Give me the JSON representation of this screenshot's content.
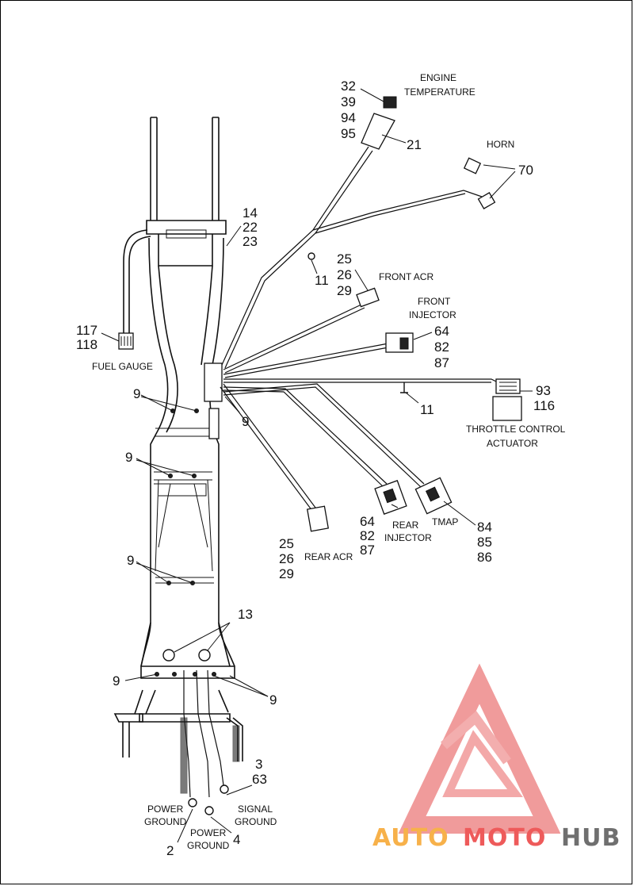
{
  "callouts": {
    "c32": "32",
    "c39": "39",
    "c94": "94",
    "c95": "95",
    "c21": "21",
    "c70": "70",
    "c14": "14",
    "c22": "22",
    "c23": "23",
    "c11a": "11",
    "c11b": "11",
    "c25a": "25",
    "c26a": "26",
    "c29a": "29",
    "c64a": "64",
    "c82a": "82",
    "c87a": "87",
    "c117": "117",
    "c118": "118",
    "c93": "93",
    "c116": "116",
    "c9a": "9",
    "c9b": "9",
    "c9c": "9",
    "c9d": "9",
    "c9e": "9",
    "c9f": "9",
    "c13": "13",
    "c64b": "64",
    "c82b": "82",
    "c87b": "87",
    "c84": "84",
    "c85": "85",
    "c86": "86",
    "c25b": "25",
    "c26b": "26",
    "c29b": "29",
    "c3": "3",
    "c63": "63",
    "c2": "2",
    "c4": "4"
  },
  "labels": {
    "engine_temp_1": "ENGINE",
    "engine_temp_2": "TEMPERATURE",
    "horn": "HORN",
    "front_acr": "FRONT ACR",
    "front_injector_1": "FRONT",
    "front_injector_2": "INJECTOR",
    "fuel_gauge": "FUEL GAUGE",
    "throttle_1": "THROTTLE CONTROL",
    "throttle_2": "ACTUATOR",
    "rear_injector_1": "REAR",
    "rear_injector_2": "INJECTOR",
    "tmap": "TMAP",
    "rear_acr": "REAR ACR",
    "power_ground_a_1": "POWER",
    "power_ground_a_2": "GROUND",
    "power_ground_b_1": "POWER",
    "power_ground_b_2": "GROUND",
    "signal_ground_1": "SIGNAL",
    "signal_ground_2": "GROUND"
  },
  "watermark": {
    "part1": "AUTO",
    "part2": "MOTO",
    "part3": "HUB",
    "color_light": "#f7b14a",
    "color_red": "#ee5a5a",
    "color_dark": "#6f6f6f"
  }
}
